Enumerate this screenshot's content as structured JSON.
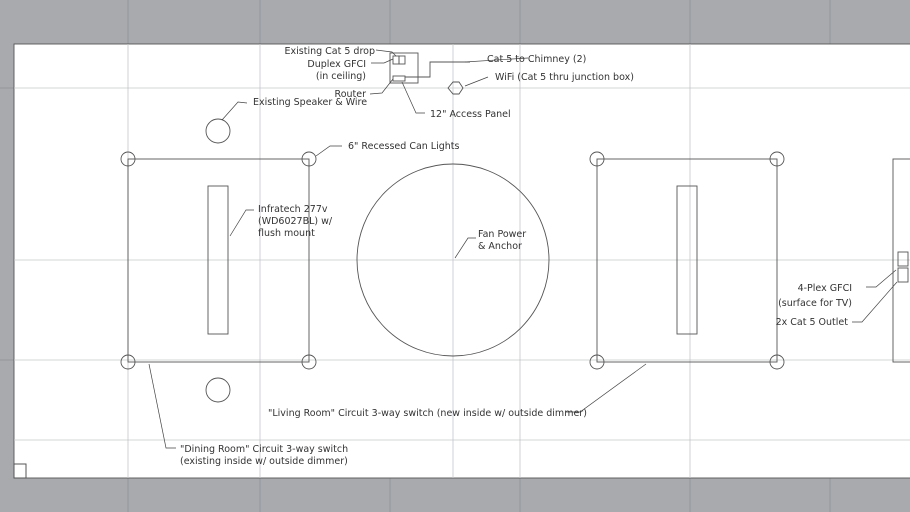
{
  "colors": {
    "background": "#a8aaad",
    "plane": "#ffffff",
    "lines": "#555555"
  },
  "labels": {
    "cat5_drop": "Existing Cat 5 drop",
    "duplex_gfci": "Duplex GFCI",
    "duplex_gfci_note": "(in ceiling)",
    "cat5_chimney": "Cat 5 to Chimney (2)",
    "wifi": "WiFi (Cat 5 thru junction box)",
    "router": "Router",
    "speaker": "Existing Speaker & Wire",
    "access_panel": "12\" Access Panel",
    "can_lights": "6\" Recessed Can Lights",
    "infratech_1": "Infratech 277v",
    "infratech_2": "(WD6027BL) w/",
    "infratech_3": "flush mount",
    "fan_1": "Fan Power",
    "fan_2": "& Anchor",
    "fourplex_1": "4-Plex GFCI",
    "fourplex_2": "(surface for TV)",
    "cat5_outlet": "2x Cat 5 Outlet",
    "living_room": "\"Living Room\" Circuit 3-way switch (new inside w/ outside dimmer)",
    "dining_1": "\"Dining Room\" Circuit 3-way switch",
    "dining_2": "(existing inside w/ outside dimmer)"
  }
}
